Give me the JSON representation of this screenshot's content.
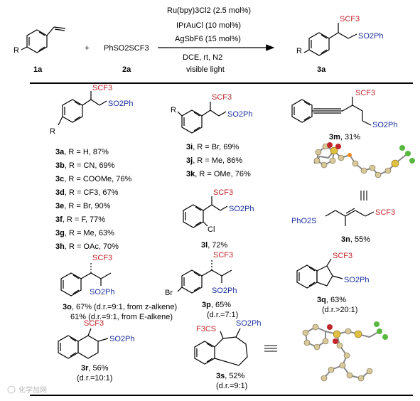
{
  "reaction": {
    "conditions": [
      "Ru(bpy)3Cl2 (2.5 mol%)",
      "IPrAuCl (10 mol%)",
      "AgSbF6 (15 mol%)",
      "DCE, rt, N2",
      "visible light"
    ],
    "reagent_formula": "PhSO2SCF3",
    "plus": "+",
    "substituent_R": "R",
    "compound_1a": "1a",
    "compound_2a": "2a",
    "compound_3a": "3a"
  },
  "groups": {
    "scf3": "SCF3",
    "so2ph": "SO2Ph",
    "f3cs": "F3CS",
    "phso2s": "PhO2S",
    "r": "R",
    "br": "Br",
    "cl": "Cl"
  },
  "series_3a_3h": [
    {
      "id": "3a",
      "text": ", R = H, 87%"
    },
    {
      "id": "3b",
      "text": ", R = CN, 69%"
    },
    {
      "id": "3c",
      "text": ", R = COOMe, 76%"
    },
    {
      "id": "3d",
      "text": ", R = CF3, 67%"
    },
    {
      "id": "3e",
      "text": ", R = Br, 90%"
    },
    {
      "id": "3f",
      "text": ", R = F, 77%"
    },
    {
      "id": "3g",
      "text": ", R = Me, 63%"
    },
    {
      "id": "3h",
      "text": ", R = OAc, 70%"
    }
  ],
  "series_3i_3k": [
    {
      "id": "3i",
      "text": ", R = Br, 69%"
    },
    {
      "id": "3j",
      "text": ", R = Me, 86%"
    },
    {
      "id": "3k",
      "text": ", R = OMe, 76%"
    }
  ],
  "products": {
    "p3l": {
      "id": "3l",
      "text": ", 72%"
    },
    "p3m": {
      "id": "3m",
      "text": ", 31%"
    },
    "p3n": {
      "id": "3n",
      "text": ", 55%"
    },
    "p3o": {
      "id": "3o",
      "line1": ", 67% (d.r.=9:1, from z-alkene)",
      "line2": "61% (d.r.=9:1, from E-alkene)"
    },
    "p3p": {
      "id": "3p",
      "line1": ", 65%",
      "line2": "(d.r.=7:1)"
    },
    "p3q": {
      "id": "3q",
      "line1": ", 63%",
      "line2": "(d.r.>20:1)"
    },
    "p3r": {
      "id": "3r",
      "line1": ", 56%",
      "line2": "(d.r.=10:1)"
    },
    "p3s": {
      "id": "3s",
      "line1": ", 52%",
      "line2": "(d.r.=9:1)"
    }
  },
  "watermark": "化学加网",
  "colors": {
    "scf3": "#c0262c",
    "so2ph": "#1a2f9e",
    "bond": "#000000"
  }
}
